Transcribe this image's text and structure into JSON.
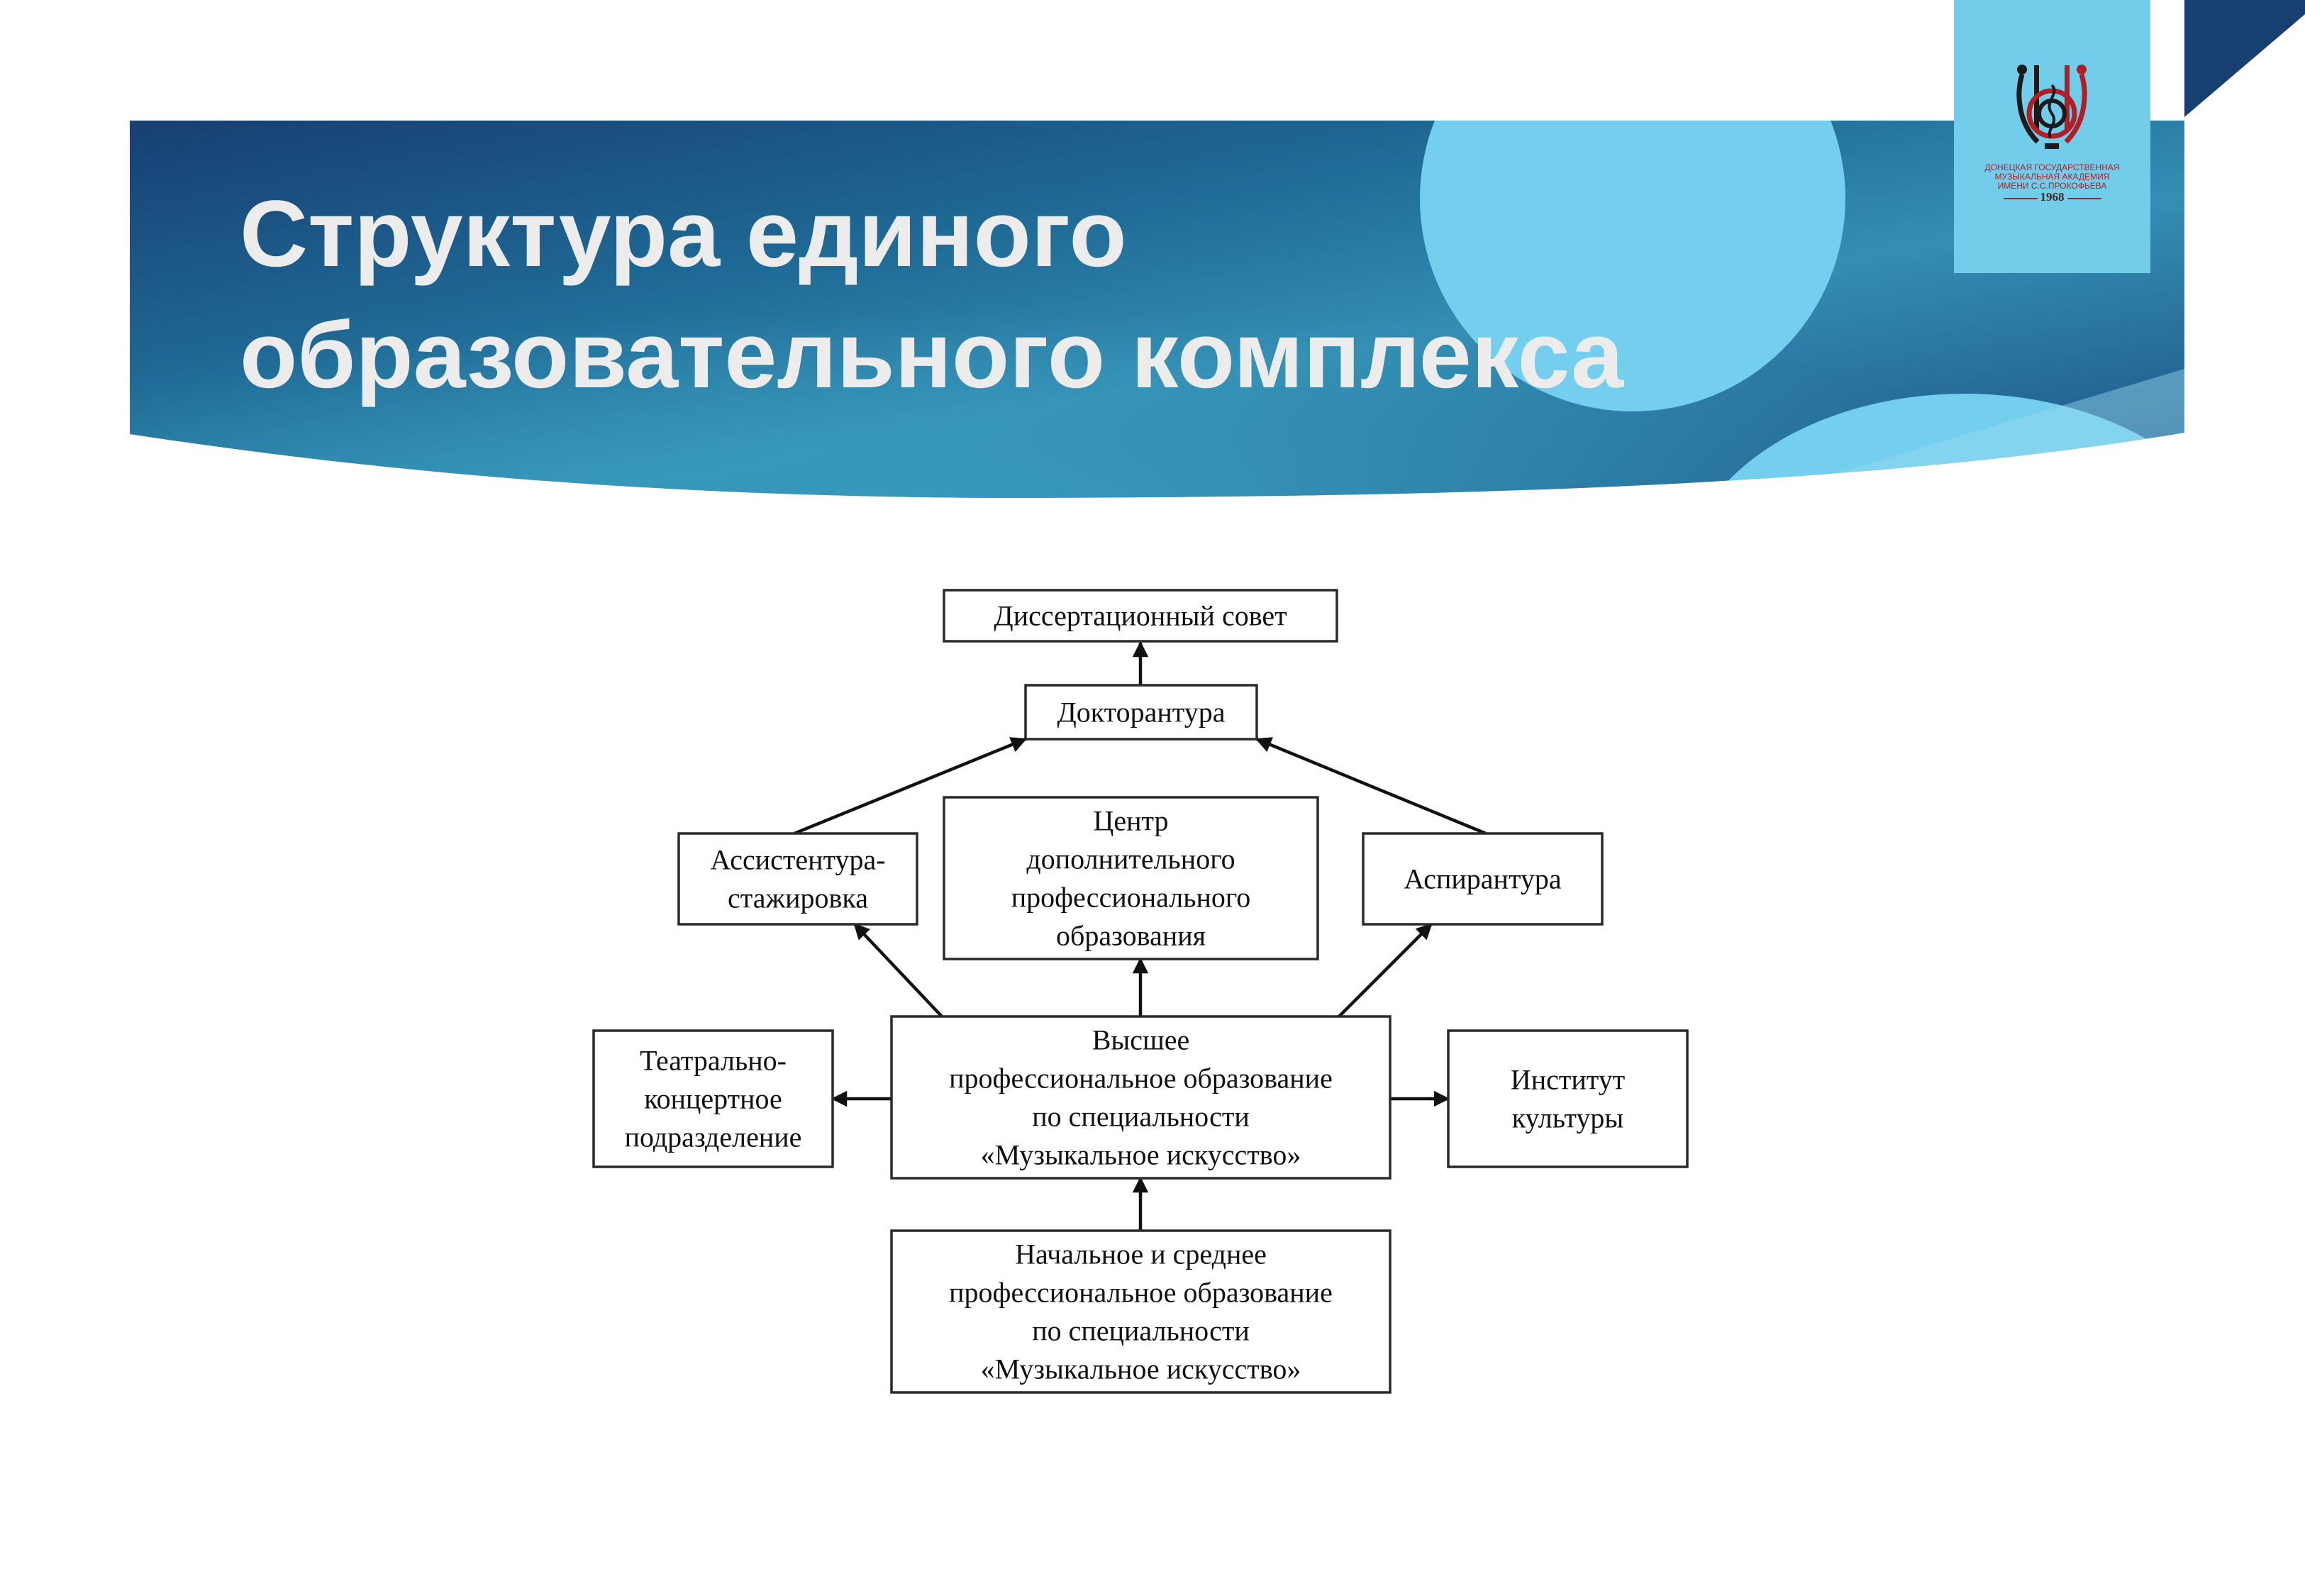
{
  "slide": {
    "title_lines": [
      "Структура единого",
      "образовательного комплекса"
    ]
  },
  "logo": {
    "icon": "academy-emblem-icon",
    "lines": [
      "ДОНЕЦКАЯ ГОСУДАРСТВЕННАЯ",
      "МУЗЫКАЛЬНАЯ АКАДЕМИЯ",
      "ИМЕНИ С.С.ПРОКОФЬЕВА"
    ],
    "year": "1968"
  },
  "colors": {
    "banner_dark": "#173f72",
    "banner_mid": "#1f6d98",
    "banner_light": "#3f9cbd",
    "accent_light_blue": "#74cfee",
    "title_text": "#ececec",
    "emblem_red": "#b31e24"
  },
  "diagram": {
    "nodes": [
      {
        "id": "dissertation-council",
        "lines": [
          "Диссертационный совет"
        ]
      },
      {
        "id": "doctorate",
        "lines": [
          "Докторантура"
        ]
      },
      {
        "id": "assistantship",
        "lines": [
          "Ассистентура-",
          "стажировка"
        ]
      },
      {
        "id": "additional-education-center",
        "lines": [
          "Центр",
          "дополнительного",
          "профессионального",
          "образования"
        ]
      },
      {
        "id": "postgraduate",
        "lines": [
          "Аспирантура"
        ]
      },
      {
        "id": "theatre-concert-division",
        "lines": [
          "Театрально-",
          "концертное",
          "подразделение"
        ]
      },
      {
        "id": "higher-education",
        "lines": [
          "Высшее",
          "профессиональное образование",
          "по специальности",
          "«Музыкальное искусство»"
        ]
      },
      {
        "id": "culture-institute",
        "lines": [
          "Институт",
          "культуры"
        ]
      },
      {
        "id": "secondary-education",
        "lines": [
          "Начальное и среднее",
          "профессиональное образование",
          "по специальности",
          "«Музыкальное искусство»"
        ]
      }
    ],
    "edges": [
      {
        "from": "doctorate",
        "to": "dissertation-council"
      },
      {
        "from": "assistantship",
        "to": "doctorate"
      },
      {
        "from": "postgraduate",
        "to": "doctorate"
      },
      {
        "from": "higher-education",
        "to": "assistantship"
      },
      {
        "from": "higher-education",
        "to": "additional-education-center"
      },
      {
        "from": "higher-education",
        "to": "postgraduate"
      },
      {
        "from": "higher-education",
        "to": "theatre-concert-division"
      },
      {
        "from": "higher-education",
        "to": "culture-institute"
      },
      {
        "from": "secondary-education",
        "to": "higher-education"
      }
    ]
  }
}
